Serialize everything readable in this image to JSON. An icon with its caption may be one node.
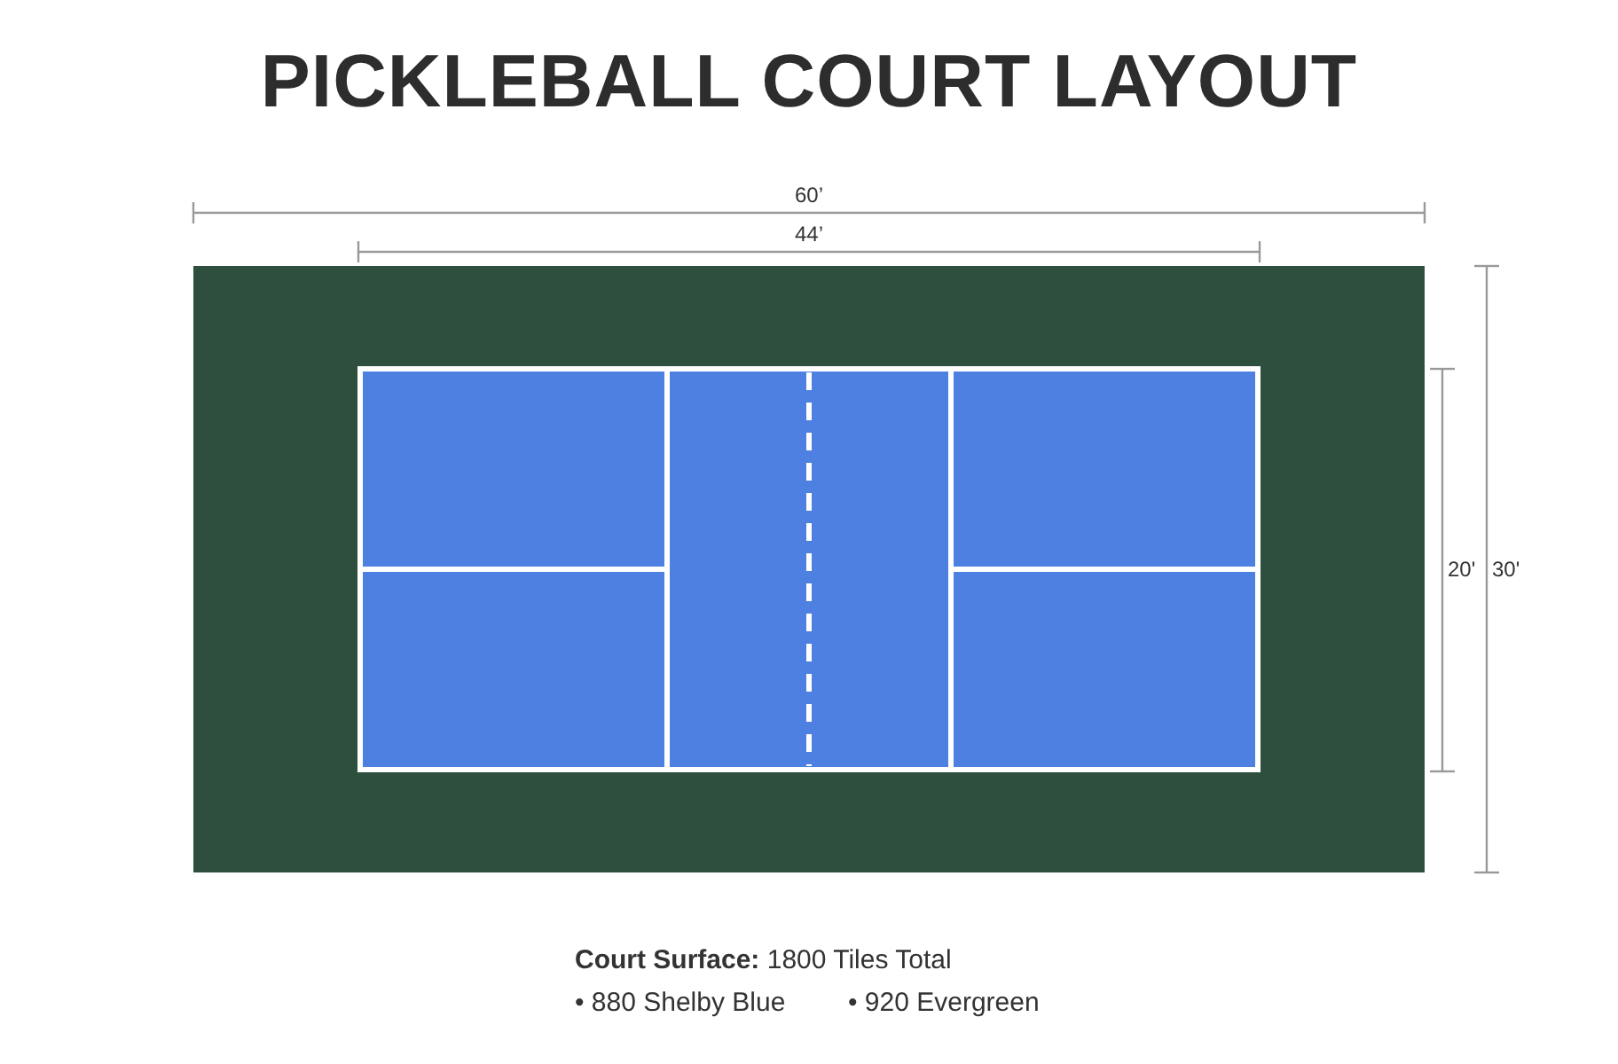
{
  "diagram": {
    "title": "PICKLEBALL COURT LAYOUT",
    "labels": [
      "60’",
      "44’",
      "20'",
      "30'",
      "**Court Surface:** 1800 Tiles Total",
      "• 880 Shelby Blue",
      "• 920 Evergreen"
    ]
  }
}
